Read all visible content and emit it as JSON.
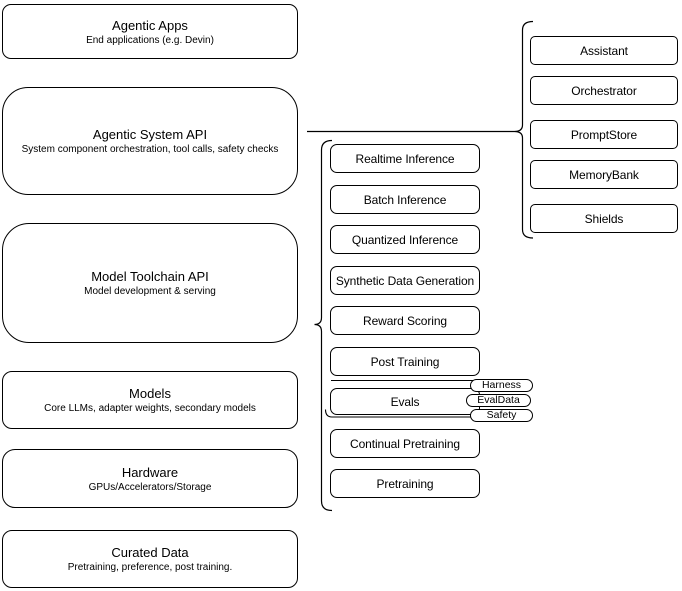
{
  "diagram": {
    "left_stack": [
      {
        "title": "Agentic Apps",
        "subtitle": "End applications (e.g. Devin)"
      },
      {
        "title": "Agentic System API",
        "subtitle": "System component orchestration, tool calls, safety checks"
      },
      {
        "title": "Model Toolchain API",
        "subtitle": "Model development & serving"
      },
      {
        "title": "Models",
        "subtitle": "Core LLMs, adapter weights, secondary models"
      },
      {
        "title": "Hardware",
        "subtitle": "GPUs/Accelerators/Storage"
      },
      {
        "title": "Curated Data",
        "subtitle": "Pretraining, preference, post training."
      }
    ],
    "toolchain_items": [
      "Realtime Inference",
      "Batch Inference",
      "Quantized Inference",
      "Synthetic Data Generation",
      "Reward Scoring",
      "Post Training",
      "Evals",
      "Continual Pretraining",
      "Pretraining"
    ],
    "evals_tags": [
      "Harness",
      "EvalData",
      "Safety"
    ],
    "system_items": [
      "Assistant",
      "Orchestrator",
      "PromptStore",
      "MemoryBank",
      "Shields"
    ],
    "colors": {
      "stroke": "#000000",
      "fill": "#ffffff",
      "text": "#000000"
    }
  }
}
